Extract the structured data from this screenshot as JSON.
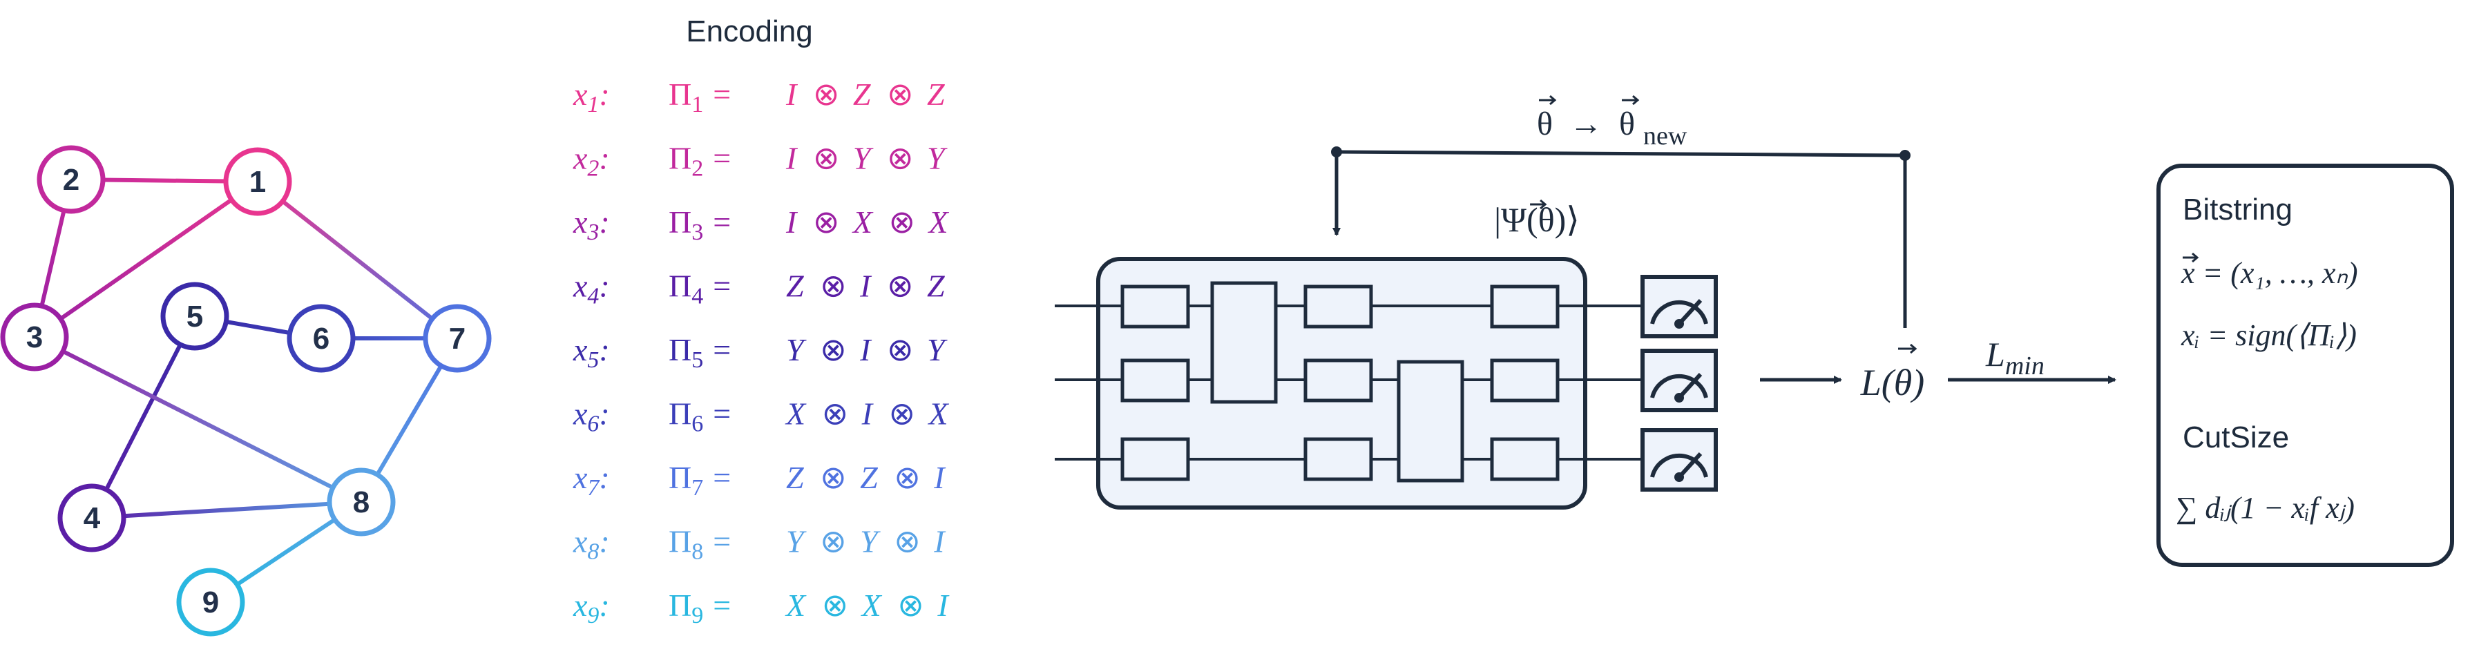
{
  "graph": {
    "nodes": [
      {
        "id": "1",
        "label": "1",
        "color": "#e8358f"
      },
      {
        "id": "2",
        "label": "2",
        "color": "#c2299c"
      },
      {
        "id": "3",
        "label": "3",
        "color": "#9a1fa3"
      },
      {
        "id": "4",
        "label": "4",
        "color": "#5a1ea6"
      },
      {
        "id": "5",
        "label": "5",
        "color": "#3a2aa8"
      },
      {
        "id": "6",
        "label": "6",
        "color": "#3b3fb9"
      },
      {
        "id": "7",
        "label": "7",
        "color": "#4f72e0"
      },
      {
        "id": "8",
        "label": "8",
        "color": "#58a2e6"
      },
      {
        "id": "9",
        "label": "9",
        "color": "#29b7e0"
      }
    ],
    "edges": [
      {
        "from": "2",
        "to": "1"
      },
      {
        "from": "2",
        "to": "3"
      },
      {
        "from": "3",
        "to": "1"
      },
      {
        "from": "1",
        "to": "7"
      },
      {
        "from": "5",
        "to": "6"
      },
      {
        "from": "6",
        "to": "7"
      },
      {
        "from": "5",
        "to": "4"
      },
      {
        "from": "3",
        "to": "8"
      },
      {
        "from": "4",
        "to": "8"
      },
      {
        "from": "7",
        "to": "8"
      },
      {
        "from": "9",
        "to": "8"
      }
    ]
  },
  "encoding": {
    "title": "Encoding",
    "rows": [
      {
        "var": "x",
        "sub": "1",
        "pi_sub": "1",
        "ops": [
          "I",
          "Z",
          "Z"
        ],
        "color": "#e8358f"
      },
      {
        "var": "x",
        "sub": "2",
        "pi_sub": "2",
        "ops": [
          "I",
          "Y",
          "Y"
        ],
        "color": "#c2299c"
      },
      {
        "var": "x",
        "sub": "3",
        "pi_sub": "3",
        "ops": [
          "I",
          "X",
          "X"
        ],
        "color": "#9a1fa3"
      },
      {
        "var": "x",
        "sub": "4",
        "pi_sub": "4",
        "ops": [
          "Z",
          "I",
          "Z"
        ],
        "color": "#5a1ea6"
      },
      {
        "var": "x",
        "sub": "5",
        "pi_sub": "5",
        "ops": [
          "Y",
          "I",
          "Y"
        ],
        "color": "#3a2aa8"
      },
      {
        "var": "x",
        "sub": "6",
        "pi_sub": "6",
        "ops": [
          "X",
          "I",
          "X"
        ],
        "color": "#3b3fb9"
      },
      {
        "var": "x",
        "sub": "7",
        "pi_sub": "7",
        "ops": [
          "Z",
          "Z",
          "I"
        ],
        "color": "#4f72e0"
      },
      {
        "var": "x",
        "sub": "8",
        "pi_sub": "8",
        "ops": [
          "Y",
          "Y",
          "I"
        ],
        "color": "#58a2e6"
      },
      {
        "var": "x",
        "sub": "9",
        "pi_sub": "9",
        "ops": [
          "X",
          "X",
          "I"
        ],
        "color": "#29b7e0"
      }
    ],
    "pi_symbol": "Π",
    "equals": "=",
    "colon": ":",
    "tensor": "⊗"
  },
  "circuit": {
    "feedback_label_left": "θ",
    "feedback_arrow": "→",
    "feedback_label_right": "θ",
    "feedback_sub": "new",
    "state_label": "|Ψ(θ)⟩",
    "loss_label": "L(θ)",
    "loss_min_base": "L",
    "loss_min_sub": "min",
    "frame_fill": "#eef3fb",
    "stroke": "#1e2b3c",
    "meter_icon": "measurement-meter-icon"
  },
  "result": {
    "bitstring_title": "Bitstring",
    "bitstring_eq": "x = (x₁, …, xₙ)",
    "sign_eq": "xᵢ = sign(⟨Πᵢ⟩)",
    "cutsize_title": "CutSize",
    "cutsize_eq": "∑ dᵢⱼ(1 − xᵢf xⱼ)"
  }
}
